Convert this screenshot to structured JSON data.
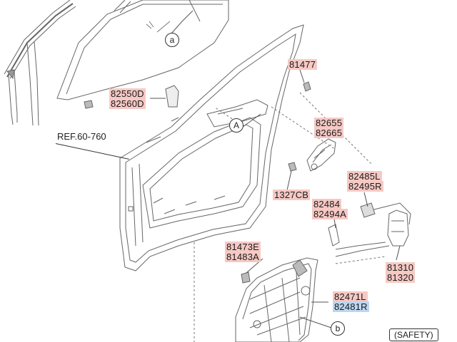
{
  "callouts": {
    "a": "a",
    "A": "A",
    "b": "b"
  },
  "ref": "REF.60-760",
  "safety": "(SAFETY)",
  "parts": {
    "p81477": "81477",
    "p82550": [
      "82550D",
      "82560D"
    ],
    "p82655": [
      "82655",
      "82665"
    ],
    "p1327": "1327CB",
    "p82485": [
      "82485L",
      "82495R"
    ],
    "p82484": [
      "82484",
      "82494A"
    ],
    "p81473": [
      "81473E",
      "81483A"
    ],
    "p81310": [
      "81310",
      "81320"
    ],
    "p82471": [
      "82471L",
      "82481R"
    ]
  },
  "colors": {
    "label_pink": "#f6c9c4",
    "label_blue": "#bcd7f2",
    "line": "#555555"
  }
}
